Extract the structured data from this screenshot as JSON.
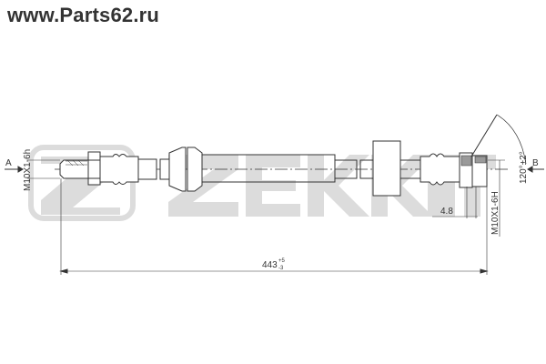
{
  "watermark": "www.Parts62.ru",
  "logo_text": "ZEKKERT",
  "labels": {
    "view_a": "A",
    "view_b": "B",
    "thread_left": "M10X1-6h",
    "thread_right": "M10X1-6H",
    "angle": "120°±2°",
    "offset": "4.8",
    "length": "443",
    "length_tol_upper": "+5",
    "length_tol_lower": "-3"
  },
  "colors": {
    "line": "#333333",
    "watermark_logo": "#d9d9d9"
  }
}
